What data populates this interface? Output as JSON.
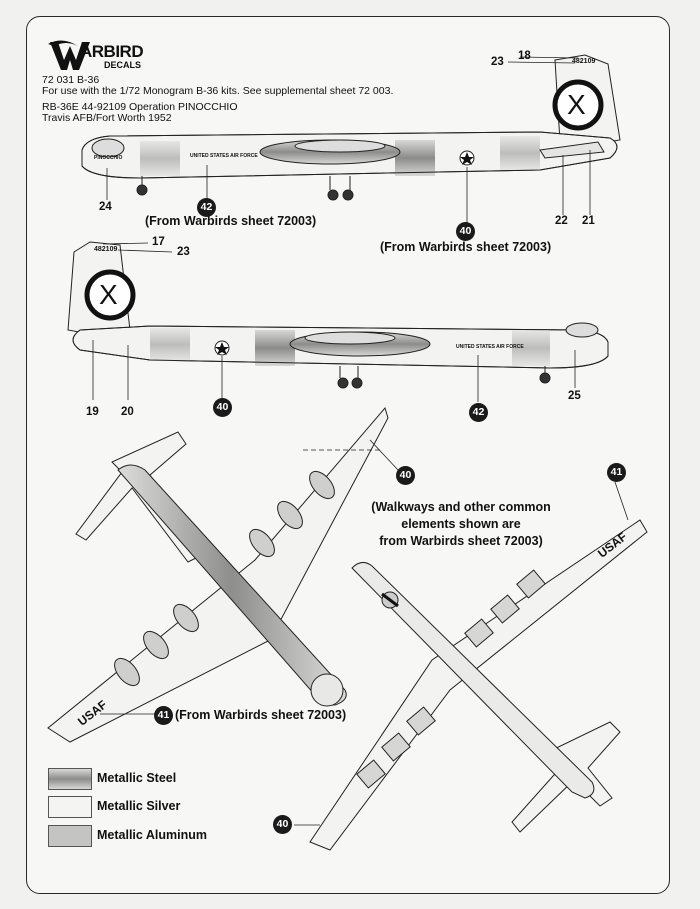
{
  "brand": {
    "name": "ARBIRD",
    "sub": "DECALS",
    "logo_letter": "W"
  },
  "header": {
    "line1": "72 031 B-36",
    "line2": "For use with the 1/72 Monogram B-36 kits.  See supplemental sheet 72 003.",
    "line3": "RB-36E   44-92109  Operation PINOCCHIO",
    "line4": "Travis AFB/Fort Worth  1952"
  },
  "side_view_1": {
    "labels": {
      "l18": "18",
      "l23": "23",
      "l24": "24",
      "l22": "22",
      "l21": "21"
    },
    "badges": {
      "b42": "42",
      "b40": "40"
    },
    "refs": {
      "ref42": "(From Warbirds sheet 72003)",
      "ref40": "(From Warbirds sheet 72003)"
    },
    "tail_serial": "482109",
    "tail_letter": "X",
    "fuselage_text": "UNITED STATES AIR FORCE",
    "nose_name": "PINOCCHIO"
  },
  "side_view_2": {
    "labels": {
      "l17": "17",
      "l23": "23",
      "l19": "19",
      "l20": "20",
      "l25": "25"
    },
    "badges": {
      "b40": "40",
      "b42": "42"
    },
    "tail_serial": "482109",
    "tail_letter": "X",
    "fuselage_text": "UNITED STATES AIR FORCE"
  },
  "plan_views": {
    "badges": {
      "top40": "40",
      "top41": "41",
      "bot41": "41",
      "bot40": "40"
    },
    "wing_text_left": "USAF",
    "wing_text_right": "USAF",
    "ref41": "(From Warbirds sheet 72003)",
    "note": [
      "(Walkways and other common",
      "elements shown are",
      "from Warbirds sheet 72003)"
    ]
  },
  "legend": [
    {
      "label": "Metallic Steel",
      "color": "#9a9a9a"
    },
    {
      "label": "Metallic Silver",
      "color": "#f4f4f2"
    },
    {
      "label": "Metallic Aluminum",
      "color": "#c4c4c2"
    }
  ]
}
